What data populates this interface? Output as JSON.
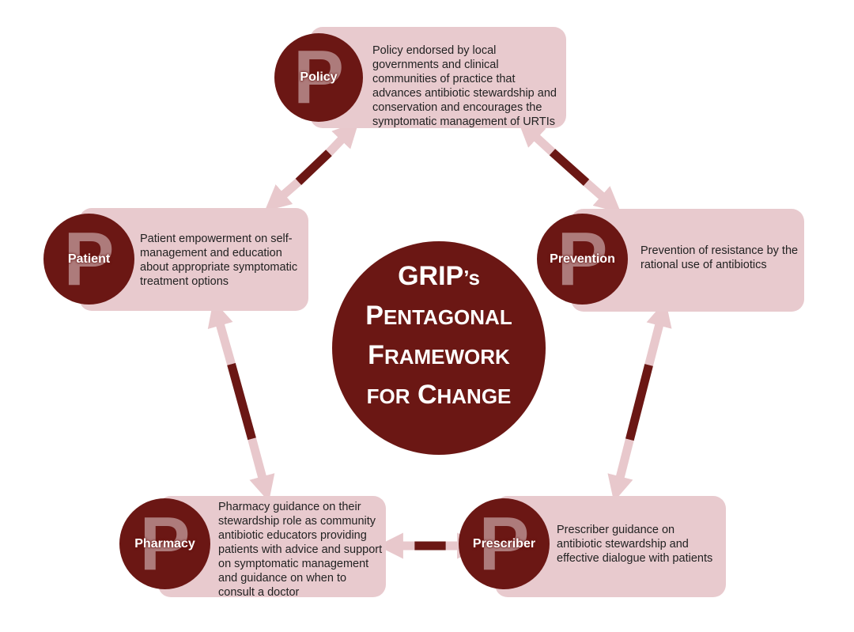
{
  "center": {
    "line1_big": "GRIP",
    "line1_small": "’s",
    "line2_big": "P",
    "line2_small": "ENTAGONAL",
    "line3_big": "F",
    "line3_small": "RAMEWORK",
    "line4_small": "FOR",
    "line4_big": "C",
    "line4_small2": "HANGE"
  },
  "nodes": {
    "policy": {
      "letter": "P",
      "label": "Policy",
      "description": "Policy endorsed by local governments and clinical communities of practice that advances antibiotic stewardship and conservation and encourages the symptomatic management of URTIs"
    },
    "prevention": {
      "letter": "P",
      "label": "Prevention",
      "description": "Prevention of resistance by the rational use of antibiotics"
    },
    "prescriber": {
      "letter": "P",
      "label": "Prescriber",
      "description": "Prescriber guidance on antibiotic stewardship and effective dialogue with patients"
    },
    "pharmacy": {
      "letter": "P",
      "label": "Pharmacy",
      "description": "Pharmacy guidance on their stewardship role as community antibiotic educators providing patients with advice and support on symptomatic management and guidance on when to consult a doctor"
    },
    "patient": {
      "letter": "P",
      "label": "Patient",
      "description": "Patient empowerment on self-management and education about appropriate symptomatic treatment options"
    }
  },
  "colors": {
    "dark": "#6b1714",
    "box": "#e8cace",
    "arrow_light": "#e8c8cc",
    "big_letter": "#b98d8e"
  }
}
